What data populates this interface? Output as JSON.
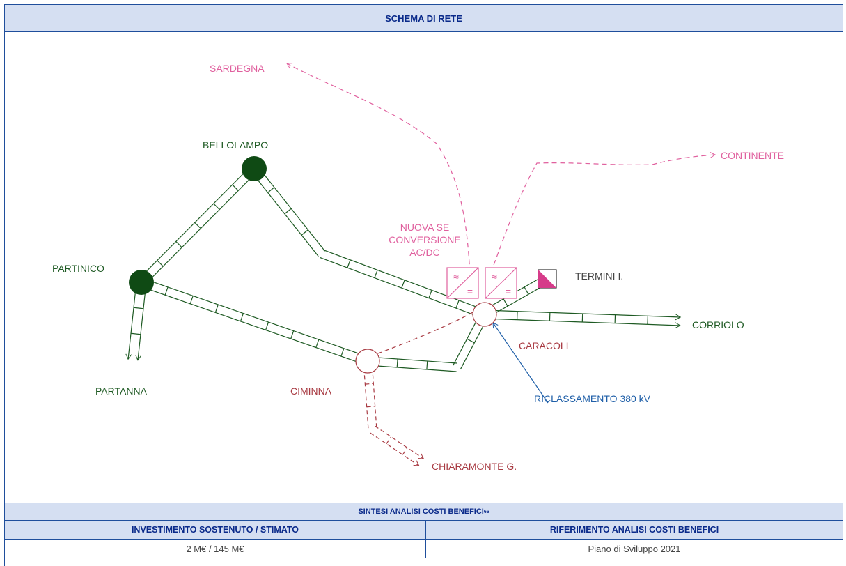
{
  "title": "SCHEMA DI RETE",
  "labels": {
    "sardegna": "SARDEGNA",
    "continente": "CONTINENTE",
    "bellolampo": "BELLOLAMPO",
    "partinico": "PARTINICO",
    "partanna": "PARTANNA",
    "nuova_se": [
      "NUOVA SE",
      "CONVERSIONE",
      "AC/DC"
    ],
    "termini": "TERMINI I.",
    "corriolo": "CORRIOLO",
    "caracoli": "CARACOLI",
    "ciminna": "CIMINNA",
    "riclassamento": "RICLASSAMENTO 380 kV",
    "chiaramonte": "CHIARAMONTE G."
  },
  "sintesi": {
    "title": "SINTESI ANALISI COSTI BENEFICI",
    "footnote": "66"
  },
  "table": {
    "headers": [
      "INVESTIMENTO SOSTENUTO / STIMATO",
      "RIFERIMENTO ANALISI COSTI BENEFICI"
    ],
    "values": [
      "2 M€ / 145 M€",
      "Piano di Sviluppo 2021"
    ]
  },
  "colors": {
    "existing": "#1e5a23",
    "node_dark": "#0f4a14",
    "planned": "#a83a42",
    "hvdc": "#e0609e",
    "note": "#1f5fa8",
    "header_bg": "#d5dff2",
    "header_text": "#0a2a8a"
  }
}
